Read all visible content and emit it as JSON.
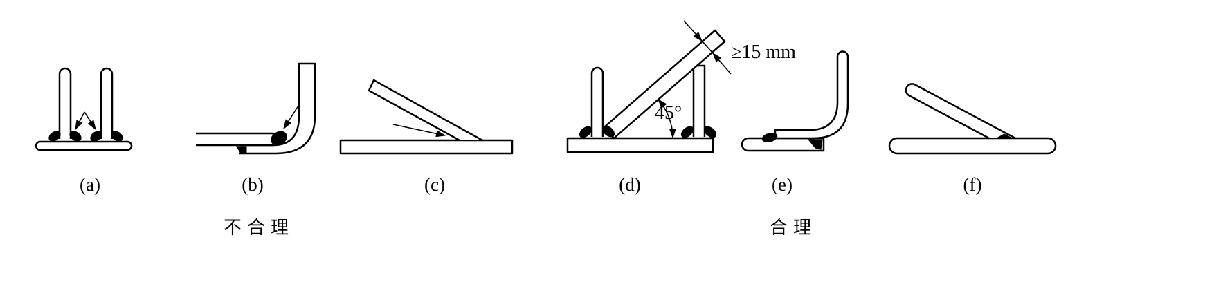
{
  "colors": {
    "background": "#ffffff",
    "ink": "#000000"
  },
  "panels": [
    {
      "label": "(a)"
    },
    {
      "label": "(b)"
    },
    {
      "label": "(c)"
    },
    {
      "label": "(d)"
    },
    {
      "label": "(e)"
    },
    {
      "label": "(f)"
    }
  ],
  "groups": {
    "unreasonable": {
      "label": "不合理"
    },
    "reasonable": {
      "label": "合理"
    }
  },
  "annotations": {
    "thickness": "≥15 mm",
    "angle": "45°"
  }
}
